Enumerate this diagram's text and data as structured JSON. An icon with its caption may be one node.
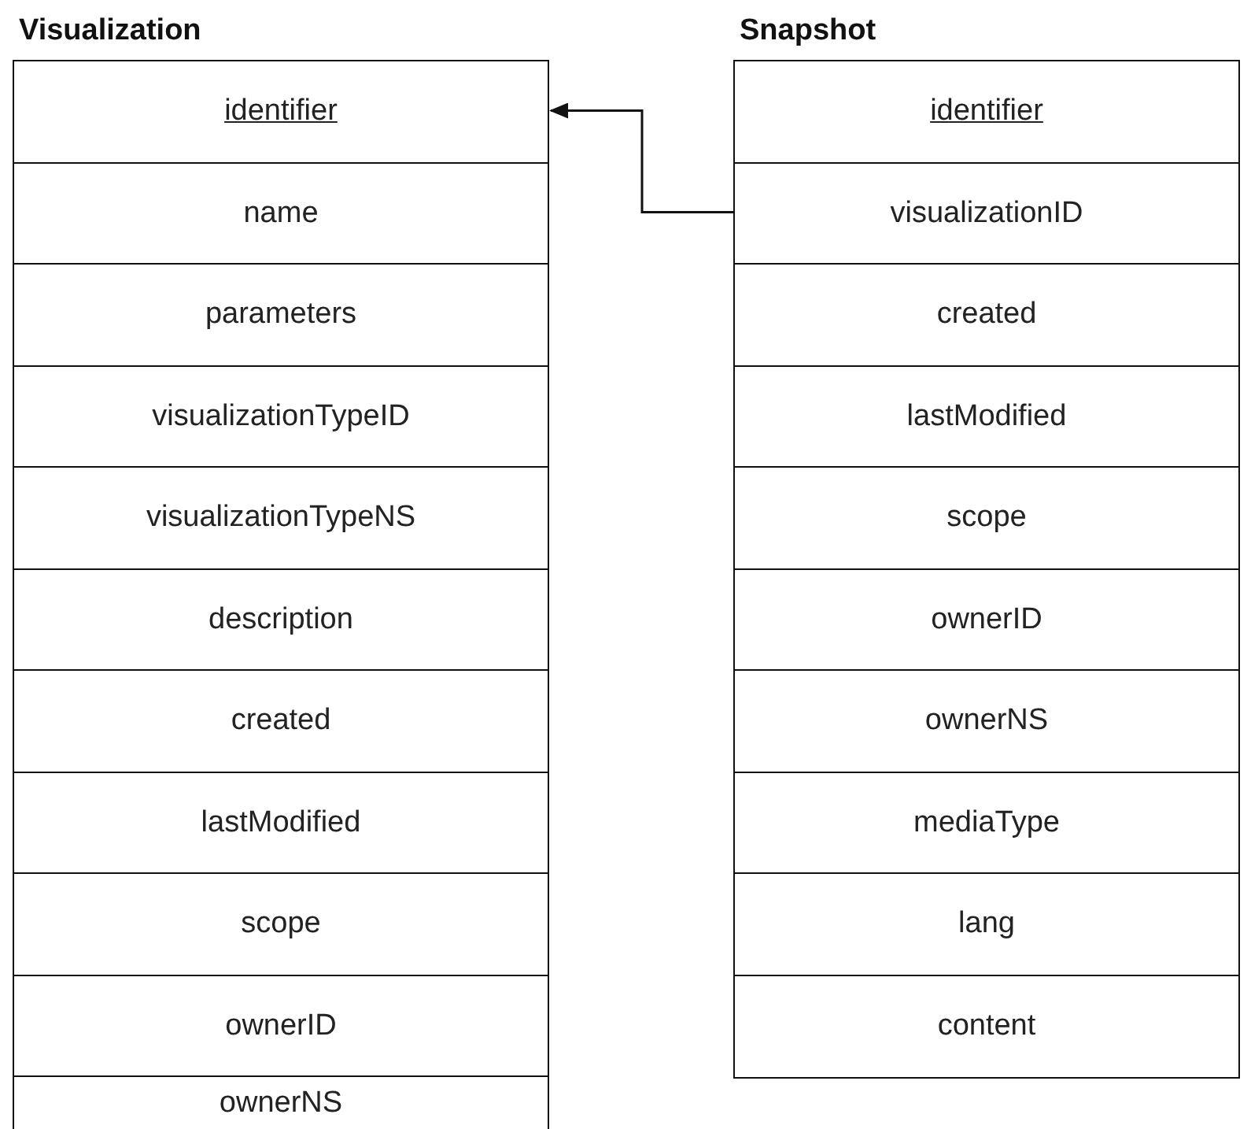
{
  "diagram": {
    "nodes": [
      {
        "text": [
          "Visualization"
        ]
      },
      {
        "text": [
          "identifier"
        ],
        "in": 0
      },
      {
        "text": [
          "name"
        ],
        "in": 0
      },
      {
        "text": [
          "parameters"
        ],
        "in": 0
      },
      {
        "text": [
          "visualizationTypeID"
        ],
        "in": 0
      },
      {
        "text": [
          "visualizationTypeNS"
        ],
        "in": 0
      },
      {
        "text": [
          "description"
        ],
        "in": 0
      },
      {
        "text": [
          "created"
        ],
        "in": 0
      },
      {
        "text": [
          "lastModified"
        ],
        "in": 0
      },
      {
        "text": [
          "scope"
        ],
        "in": 0
      },
      {
        "text": [
          "ownerID"
        ],
        "in": 0
      },
      {
        "text": [
          "ownerNS"
        ],
        "in": 0
      },
      {
        "text": [
          "Snapshot"
        ]
      },
      {
        "text": [
          "identifier"
        ],
        "in": 12
      },
      {
        "text": [
          "visualizationID"
        ],
        "in": 12
      },
      {
        "text": [
          "created"
        ],
        "in": 12
      },
      {
        "text": [
          "lastModified"
        ],
        "in": 12
      },
      {
        "text": [
          "scope"
        ],
        "in": 12
      },
      {
        "text": [
          "ownerID"
        ],
        "in": 12
      },
      {
        "text": [
          "ownerNS"
        ],
        "in": 12
      },
      {
        "text": [
          "mediaType"
        ],
        "in": 12
      },
      {
        "text": [
          "lang"
        ],
        "in": 12
      },
      {
        "text": [
          "content"
        ],
        "in": 12
      }
    ],
    "edges": [
      {
        "from": 14,
        "to": 1,
        "arrow": "to"
      }
    ]
  }
}
